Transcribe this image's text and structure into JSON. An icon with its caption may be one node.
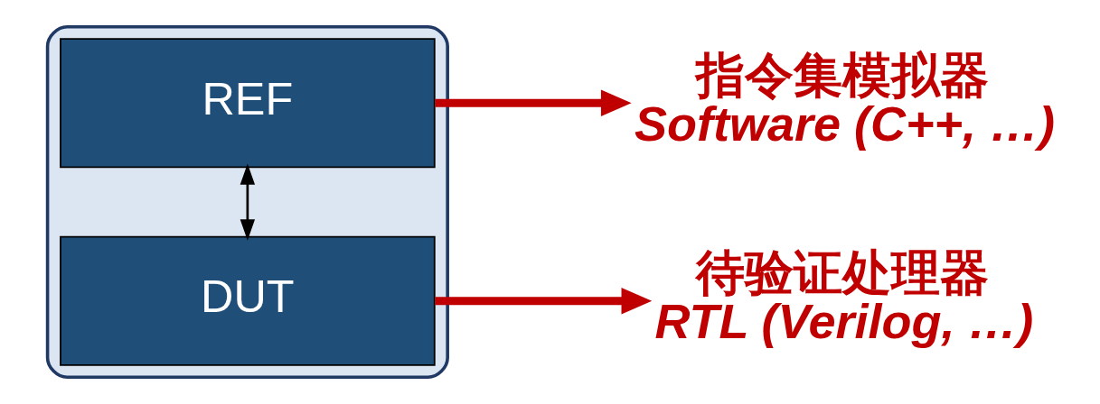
{
  "diagram": {
    "nodes": [
      {
        "text": [],
        "shape": "box"
      },
      {
        "text": [
          "DUT"
        ],
        "in": 0
      },
      {
        "text": [
          "REF"
        ],
        "in": 0
      },
      {
        "text": [
          "待验证处理器",
          "RTL (Verilog, …)"
        ]
      },
      {
        "text": [
          "指令集模拟器",
          "Software (C++, …)"
        ]
      }
    ],
    "edges": [
      {
        "from": 1,
        "to": 2,
        "arrow": "both",
        "color": "#000000"
      },
      {
        "from": 1,
        "to": 3,
        "arrow": "to"
      },
      {
        "from": 2,
        "to": 4,
        "arrow": "to"
      }
    ]
  }
}
